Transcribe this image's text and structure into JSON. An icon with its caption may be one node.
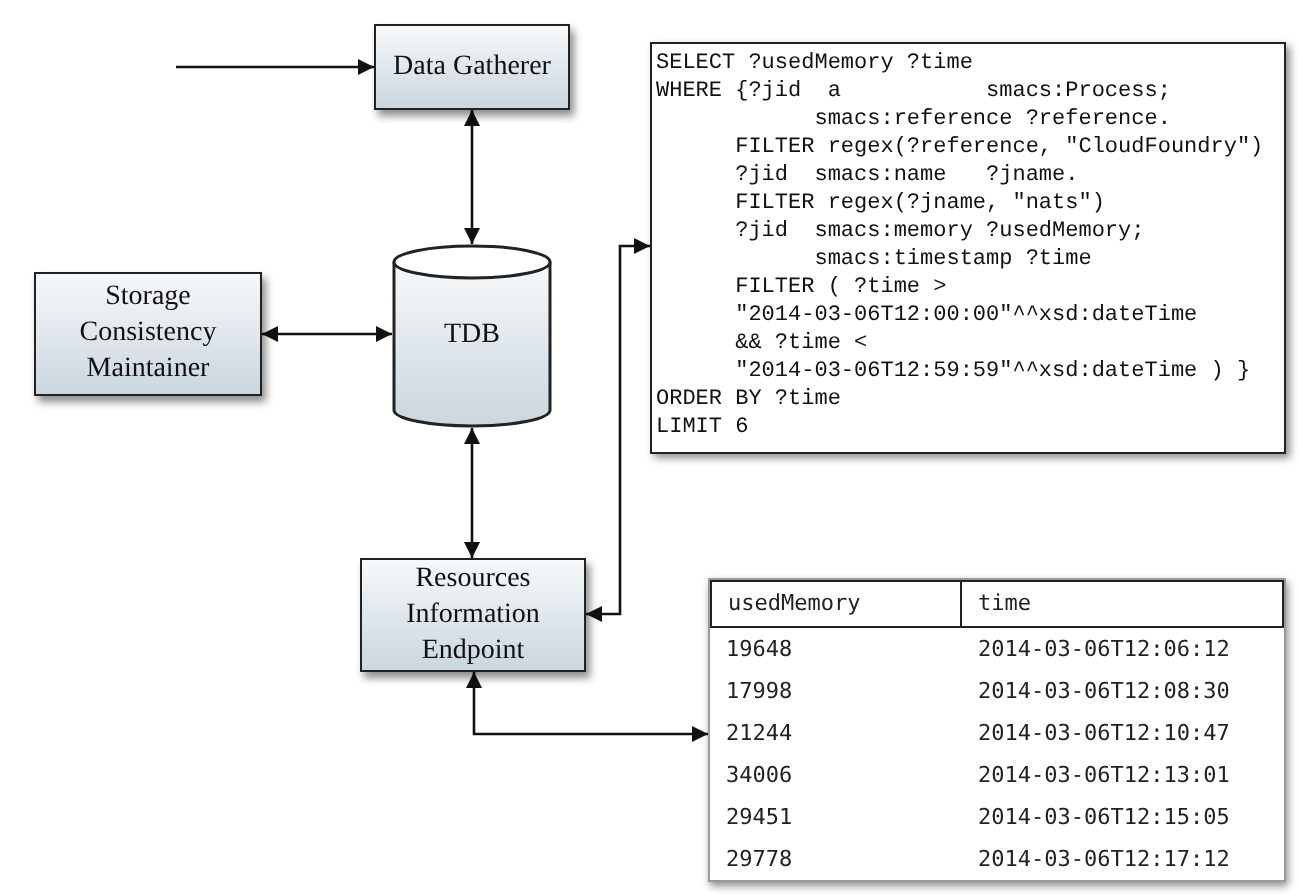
{
  "diagram": {
    "nodes": [
      {
        "text": [
          "Data Gatherer"
        ]
      },
      {
        "text": [
          "Storage Consistency Maintainer"
        ]
      },
      {
        "text": [
          "TDB"
        ]
      },
      {
        "text": [
          "Resources Information Endpoint"
        ]
      },
      {
        "text": [
          "SELECT ?usedMemory ?time",
          "WHERE {?jid  a           smacs:Process;",
          "            smacs:reference ?reference.",
          "      FILTER regex(?reference, \"CloudFoundry\")",
          "      ?jid  smacs:name   ?jname.",
          "      FILTER regex(?jname, \"nats\")",
          "      ?jid  smacs:memory ?usedMemory;",
          "            smacs:timestamp ?time",
          "      FILTER ( ?time >",
          "      \"2014-03-06T12:00:00\"^^xsd:dateTime",
          "      && ?time <",
          "      \"2014-03-06T12:59:59\"^^xsd:dateTime ) }",
          "ORDER BY ?time",
          "LIMIT 6"
        ]
      },
      {
        "text": [
          "usedMemory",
          "time",
          "19648",
          "2014-03-06T12:06:12",
          "17998",
          "2014-03-06T12:08:30",
          "21244",
          "2014-03-06T12:10:47",
          "34006",
          "2014-03-06T12:13:01",
          "29451",
          "2014-03-06T12:15:05",
          "29778",
          "2014-03-06T12:17:12"
        ]
      }
    ],
    "edges": [
      {
        "from": null,
        "to": 0,
        "arrow": "to"
      },
      {
        "from": 0,
        "to": 2,
        "arrow": "both"
      },
      {
        "from": 1,
        "to": 2,
        "arrow": "both"
      },
      {
        "from": 2,
        "to": 3,
        "arrow": "both"
      },
      {
        "from": 3,
        "to": 4,
        "arrow": "both"
      },
      {
        "from": 5,
        "to": 3,
        "arrow": "both"
      }
    ]
  }
}
